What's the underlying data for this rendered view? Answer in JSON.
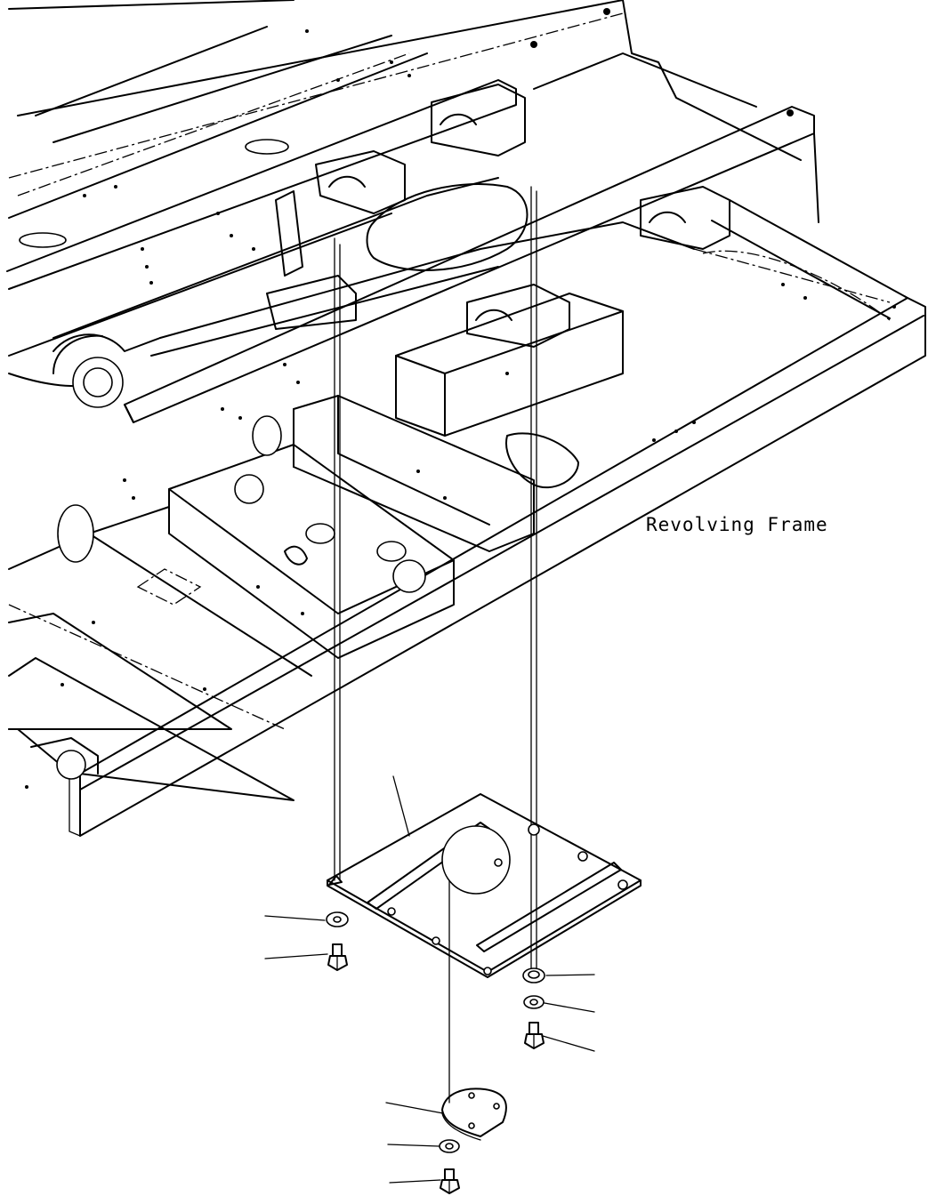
{
  "diagram": {
    "frame_label": "Revolving Frame",
    "parts": [
      "undercover-plate",
      "washer-left",
      "bolt-left",
      "washer-right-1",
      "washer-right-2",
      "bolt-right",
      "inspection-cover",
      "washer-cover",
      "bolt-cover"
    ]
  }
}
